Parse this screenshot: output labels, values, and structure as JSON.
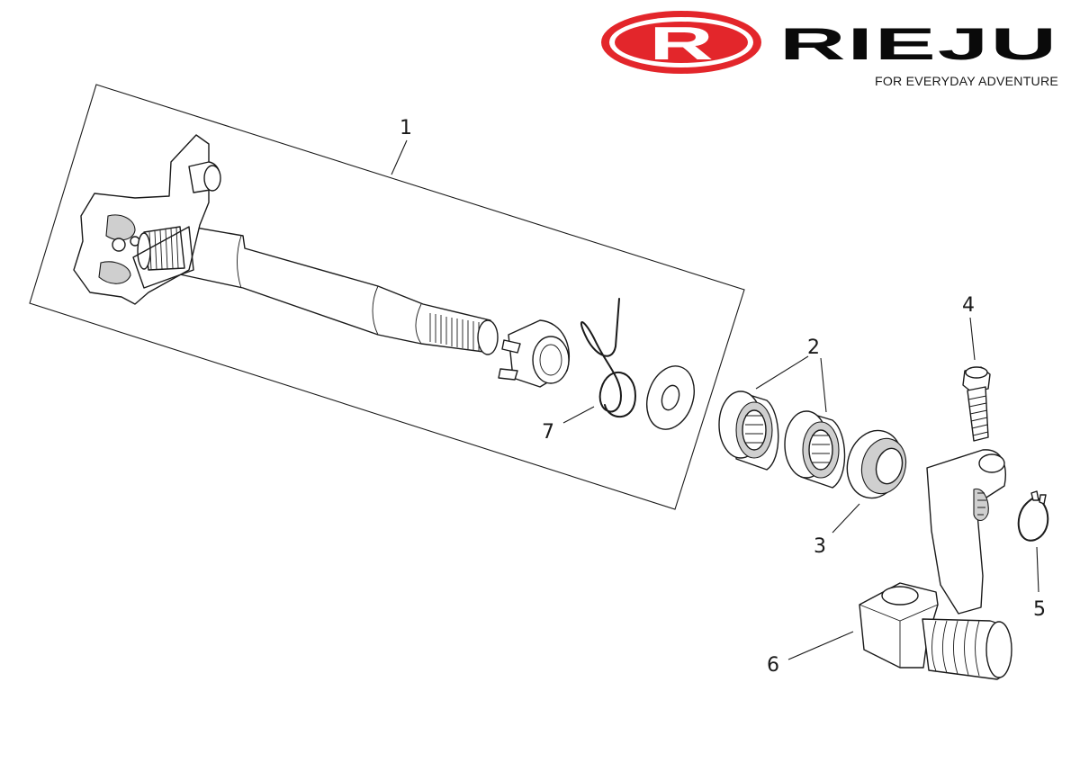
{
  "brand": {
    "logo_letter": "R",
    "name": "RIEJU",
    "tagline": "FOR EVERYDAY ADVENTURE",
    "colors": {
      "logo_red": "#e3262b",
      "text": "#0a0a0a"
    }
  },
  "callouts": [
    "1",
    "2",
    "3",
    "4",
    "5",
    "6",
    "7"
  ]
}
